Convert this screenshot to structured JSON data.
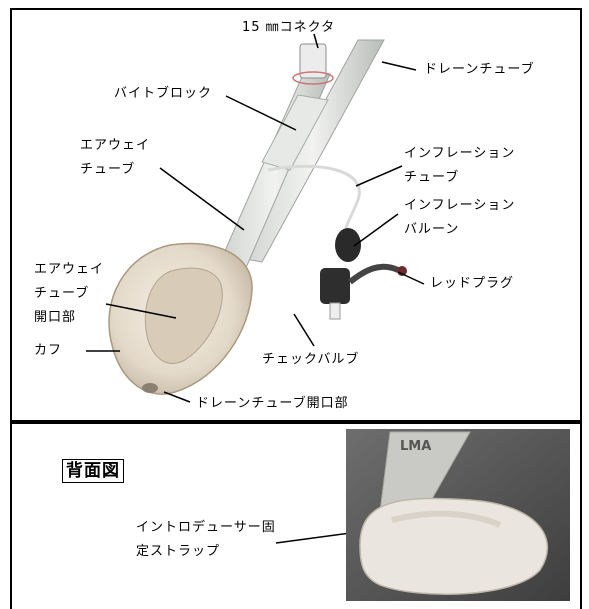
{
  "labels": {
    "connector": "15 ㎜コネクタ",
    "drain_tube": "ドレーンチューブ",
    "bite_block": "バイトブロック",
    "airway_tube": "エアウェイ\nチューブ",
    "inflation_tube": "インフレーション\nチューブ",
    "inflation_balloon": "インフレーション\nバルーン",
    "airway_opening": "エアウェイ\nチューブ\n開口部",
    "red_plug": "レッドプラグ",
    "cuff": "カフ",
    "check_valve": "チェックバルブ",
    "drain_opening": "ドレーンチューブ開口部"
  },
  "back_view": {
    "title": "背面図",
    "strap_label": "イントロデューサー固\n定ストラップ",
    "photo_text": "LMA"
  }
}
